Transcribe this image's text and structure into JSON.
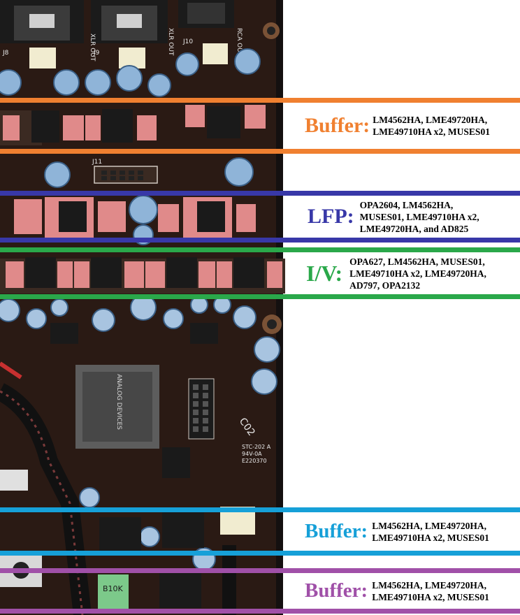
{
  "colors": {
    "orange": "#f08030",
    "navy": "#3838a8",
    "green": "#2aa84a",
    "cyan": "#16a0d8",
    "purple": "#a050a8",
    "pcb": "#2a1a14"
  },
  "sections": [
    {
      "title": "Buffer:",
      "parts_line1": "LM4562HA, LME49720HA,",
      "parts_line2": "LME49710HA x2, MUSES01",
      "parts_line3": "",
      "color": "#f08030"
    },
    {
      "title": "LFP:",
      "parts_line1": "OPA2604, LM4562HA,",
      "parts_line2": "MUSES01, LME49710HA x2,",
      "parts_line3": "LME49720HA, and AD825",
      "color": "#3838a8"
    },
    {
      "title": "I/V:",
      "parts_line1": "OPA627, LM4562HA, MUSES01,",
      "parts_line2": "LME49710HA x2, LME49720HA,",
      "parts_line3": "AD797, OPA2132",
      "color": "#2aa84a"
    },
    {
      "title": "Buffer:",
      "parts_line1": "LM4562HA, LME49720HA,",
      "parts_line2": "LME49710HA x2, MUSES01",
      "parts_line3": "",
      "color": "#16a0d8"
    },
    {
      "title": "Buffer:",
      "parts_line1": "LM4562HA, LME49720HA,",
      "parts_line2": "LME49710HA x2, MUSES01",
      "parts_line3": "",
      "color": "#a050a8"
    }
  ],
  "board_markings": {
    "xlr_out": "XLR OUT",
    "rca_out": "RCA OUT",
    "j8": "J8",
    "j9": "J9",
    "j10": "J10",
    "j11": "J11",
    "chip_brand": "ANALOG DEVICES",
    "rev": "STC-202 A",
    "board_id": "94V-0A",
    "serial": "E220370",
    "c02": "C02",
    "b10k": "B10K"
  }
}
